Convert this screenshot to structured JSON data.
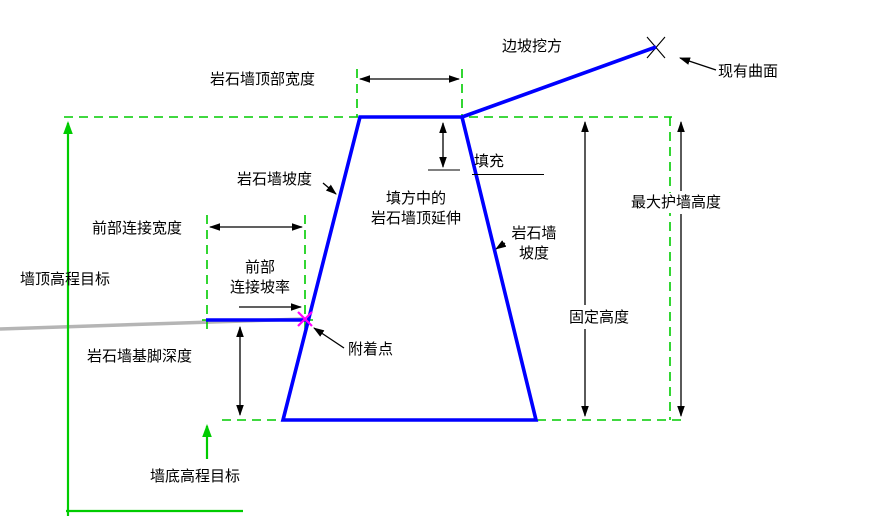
{
  "colors": {
    "wall": "#0000ff",
    "guide": "#00cc00",
    "dim": "#000000",
    "marker": "#ff00ff",
    "gray": "#b5b5b5",
    "bg": "#ffffff"
  },
  "labels": {
    "slope_excavation": "边坡挖方",
    "existing_surface": "现有曲面",
    "top_width": "岩石墙顶部宽度",
    "wall_slope_left": "岩石墙坡度",
    "fill": "填充",
    "max_wall_height": "最大护墙高度",
    "front_connection_width": "前部连接宽度",
    "fill_top_extension": "填方中的\n岩石墙顶延伸",
    "wall_slope_right": "岩石墙\n坡度",
    "top_elevation_target": "墙顶高程目标",
    "front_connection_slope": "前部\n连接坡率",
    "fixed_height": "固定高度",
    "attachment_point": "附着点",
    "footing_depth": "岩石墙基脚深度",
    "bottom_elevation_target": "墙底高程目标"
  }
}
